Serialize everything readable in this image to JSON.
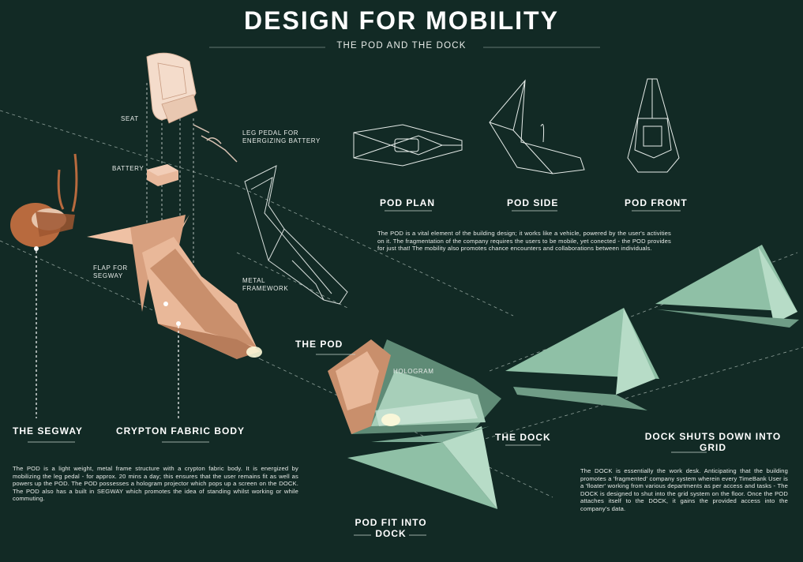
{
  "header": {
    "title": "DESIGN FOR MOBILITY",
    "subtitle": "THE POD AND THE DOCK"
  },
  "component_labels": {
    "seat": "SEAT",
    "leg_pedal": "LEG PEDAL FOR ENERGIZING BATTERY",
    "battery": "BATTERY",
    "flap": "FLAP FOR SEGWAY",
    "metal_framework": "METAL FRAMEWORK",
    "hologram": "HOLOGRAM"
  },
  "views": {
    "pod_plan": "POD PLAN",
    "pod_side": "POD SIDE",
    "pod_front": "POD FRONT"
  },
  "headings": {
    "segway": "THE SEGWAY",
    "crypton": "CRYPTON FABRIC BODY",
    "the_pod": "THE POD",
    "the_dock": "THE DOCK",
    "dock_shuts": "DOCK SHUTS DOWN INTO GRID",
    "pod_fit": "POD FIT INTO DOCK"
  },
  "paragraphs": {
    "pod_intro": "The POD is a vital element of the building design; it works like a vehicle, powered by the user's activities on it. The fragmentation of the company requires the users to be mobile, yet conected - the POD provides for just that! The mobility also promotes chance encounters and collaborations between individuals.",
    "pod_detail": "The POD is a light weight, metal frame structure with a crypton fabric body. It is energized by mobilizing the leg pedal - for approx. 20 mins a day; this ensures that the user remains fit as well as powers up the POD. The POD possesses a hologram projector which pops up a screen on the DOCK. The POD also has a built in SEGWAY which promotes the idea of standing whilst working or while commuting.",
    "dock_detail": "The DOCK is essentially the work desk. Anticipating that the building promotes a 'fragmented' company system wherein every TimeBank User is a 'floater' working from various departments as per access and tasks - The DOCK is designed to shut into the grid system on the floor. Once the POD attaches itself to the DOCK, it gains the provided access into the company's data."
  },
  "colors": {
    "background": "#122a25",
    "pod_fabric": "#e9b899",
    "pod_shadow": "#c98f6c",
    "segway_copper": "#b86a3e",
    "dock_green": "#8fc0a6",
    "dock_light": "#b7dcc7",
    "linework": "#e6ece9"
  }
}
